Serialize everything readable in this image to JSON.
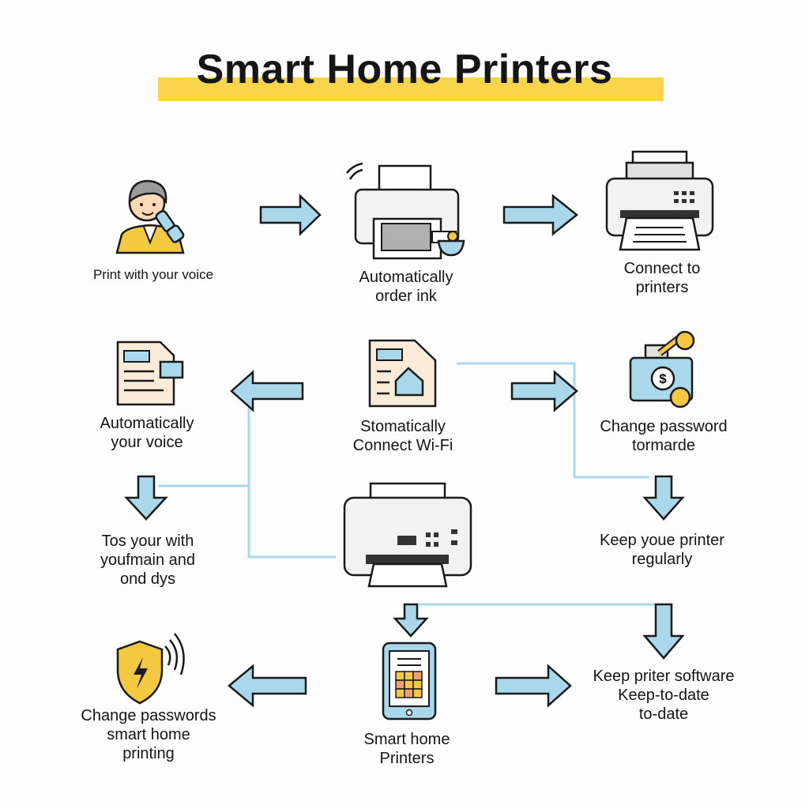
{
  "title": "Smart Home Printers",
  "nodes": {
    "voice": {
      "lines": [
        "Print with your voice"
      ]
    },
    "ink": {
      "lines": [
        "Automatically",
        "order ink"
      ]
    },
    "connect": {
      "lines": [
        "Connect to",
        "printers"
      ]
    },
    "auto_voice": {
      "lines": [
        "Automatically",
        "your voice"
      ]
    },
    "wifi": {
      "lines": [
        "Stomatically",
        "Connect Wi-Fi"
      ]
    },
    "password": {
      "lines": [
        "Change password",
        "tormarde"
      ]
    },
    "tos": {
      "lines": [
        "Tos your with",
        "youfmain and",
        "ond dys"
      ]
    },
    "keep_printer": {
      "lines": [
        "Keep youe printer",
        "regularly"
      ]
    },
    "change_passwords": {
      "lines": [
        "Change passwords",
        "smart home",
        "printing"
      ]
    },
    "smart_home": {
      "lines": [
        "Smart home",
        "Printers"
      ]
    },
    "software": {
      "lines": [
        "Keep priter software",
        "Keep-to-date",
        "to-date"
      ]
    }
  },
  "colors": {
    "highlight": "#f8d549",
    "arrow": "#a8d8ea",
    "line": "#a8d8ea",
    "accent": "#f5c842"
  }
}
